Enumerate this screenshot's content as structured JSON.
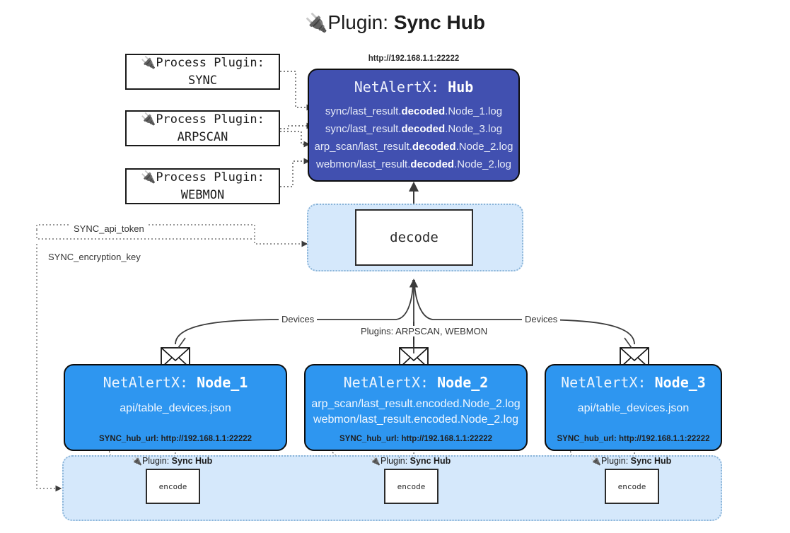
{
  "header": {
    "icon": "plug-icon",
    "icon_glyph": "🔌",
    "prefix": "Plugin: ",
    "name": "Sync Hub"
  },
  "colors": {
    "hub_fill": "#4150b0",
    "node_fill": "#2e96f0",
    "band_fill": "#d5e8fb",
    "band_border": "#8ab4d8",
    "box_border": "#0d0d0d",
    "text_dark": "#1c1c1c"
  },
  "process_plugins": [
    {
      "line1": "Process Plugin:",
      "line2": "SYNC"
    },
    {
      "line1": "Process Plugin:",
      "line2": "ARPSCAN"
    },
    {
      "line1": "Process Plugin:",
      "line2": "WEBMON"
    }
  ],
  "hub": {
    "url": "http://192.168.1.1:22222",
    "title_prefix": "NetAlertX: ",
    "title_name": "Hub",
    "logs": [
      {
        "pre": "sync/last_result.",
        "mid": "decoded",
        "post": ".Node_1.log"
      },
      {
        "pre": "sync/last_result.",
        "mid": "decoded",
        "post": ".Node_3.log"
      },
      {
        "pre": "arp_scan/last_result.",
        "mid": "decoded",
        "post": ".Node_2.log"
      },
      {
        "pre": "webmon/last_result.",
        "mid": "decoded",
        "post": ".Node_2.log"
      }
    ]
  },
  "decode": {
    "label": "decode"
  },
  "settings": {
    "api_token": "SYNC_api_token",
    "encryption_key": "SYNC_encryption_key"
  },
  "edge_labels": {
    "devices_left": "Devices",
    "devices_right": "Devices",
    "plugins_center": "Plugins: ARPSCAN, WEBMON"
  },
  "nodes": [
    {
      "icon": "envelope-icon",
      "title_prefix": "NetAlertX: ",
      "title_name": "Node_1",
      "lines": [
        "api/table_devices.json"
      ],
      "footer": "SYNC_hub_url: http://192.168.1.1:22222"
    },
    {
      "icon": "envelope-icon",
      "title_prefix": "NetAlertX: ",
      "title_name": "Node_2",
      "lines": [
        "arp_scan/last_result.encoded.Node_2.log",
        "webmon/last_result.encoded.Node_2.log"
      ],
      "footer": "SYNC_hub_url: http://192.168.1.1:22222"
    },
    {
      "icon": "envelope-icon",
      "title_prefix": "NetAlertX: ",
      "title_name": "Node_3",
      "lines": [
        "api/table_devices.json"
      ],
      "footer": "SYNC_hub_url: http://192.168.1.1:22222"
    }
  ],
  "encoders": [
    {
      "tag_prefix": "Plugin: ",
      "tag_name": "Sync Hub",
      "label": "encode"
    },
    {
      "tag_prefix": "Plugin: ",
      "tag_name": "Sync Hub",
      "label": "encode"
    },
    {
      "tag_prefix": "Plugin: ",
      "tag_name": "Sync Hub",
      "label": "encode"
    }
  ]
}
